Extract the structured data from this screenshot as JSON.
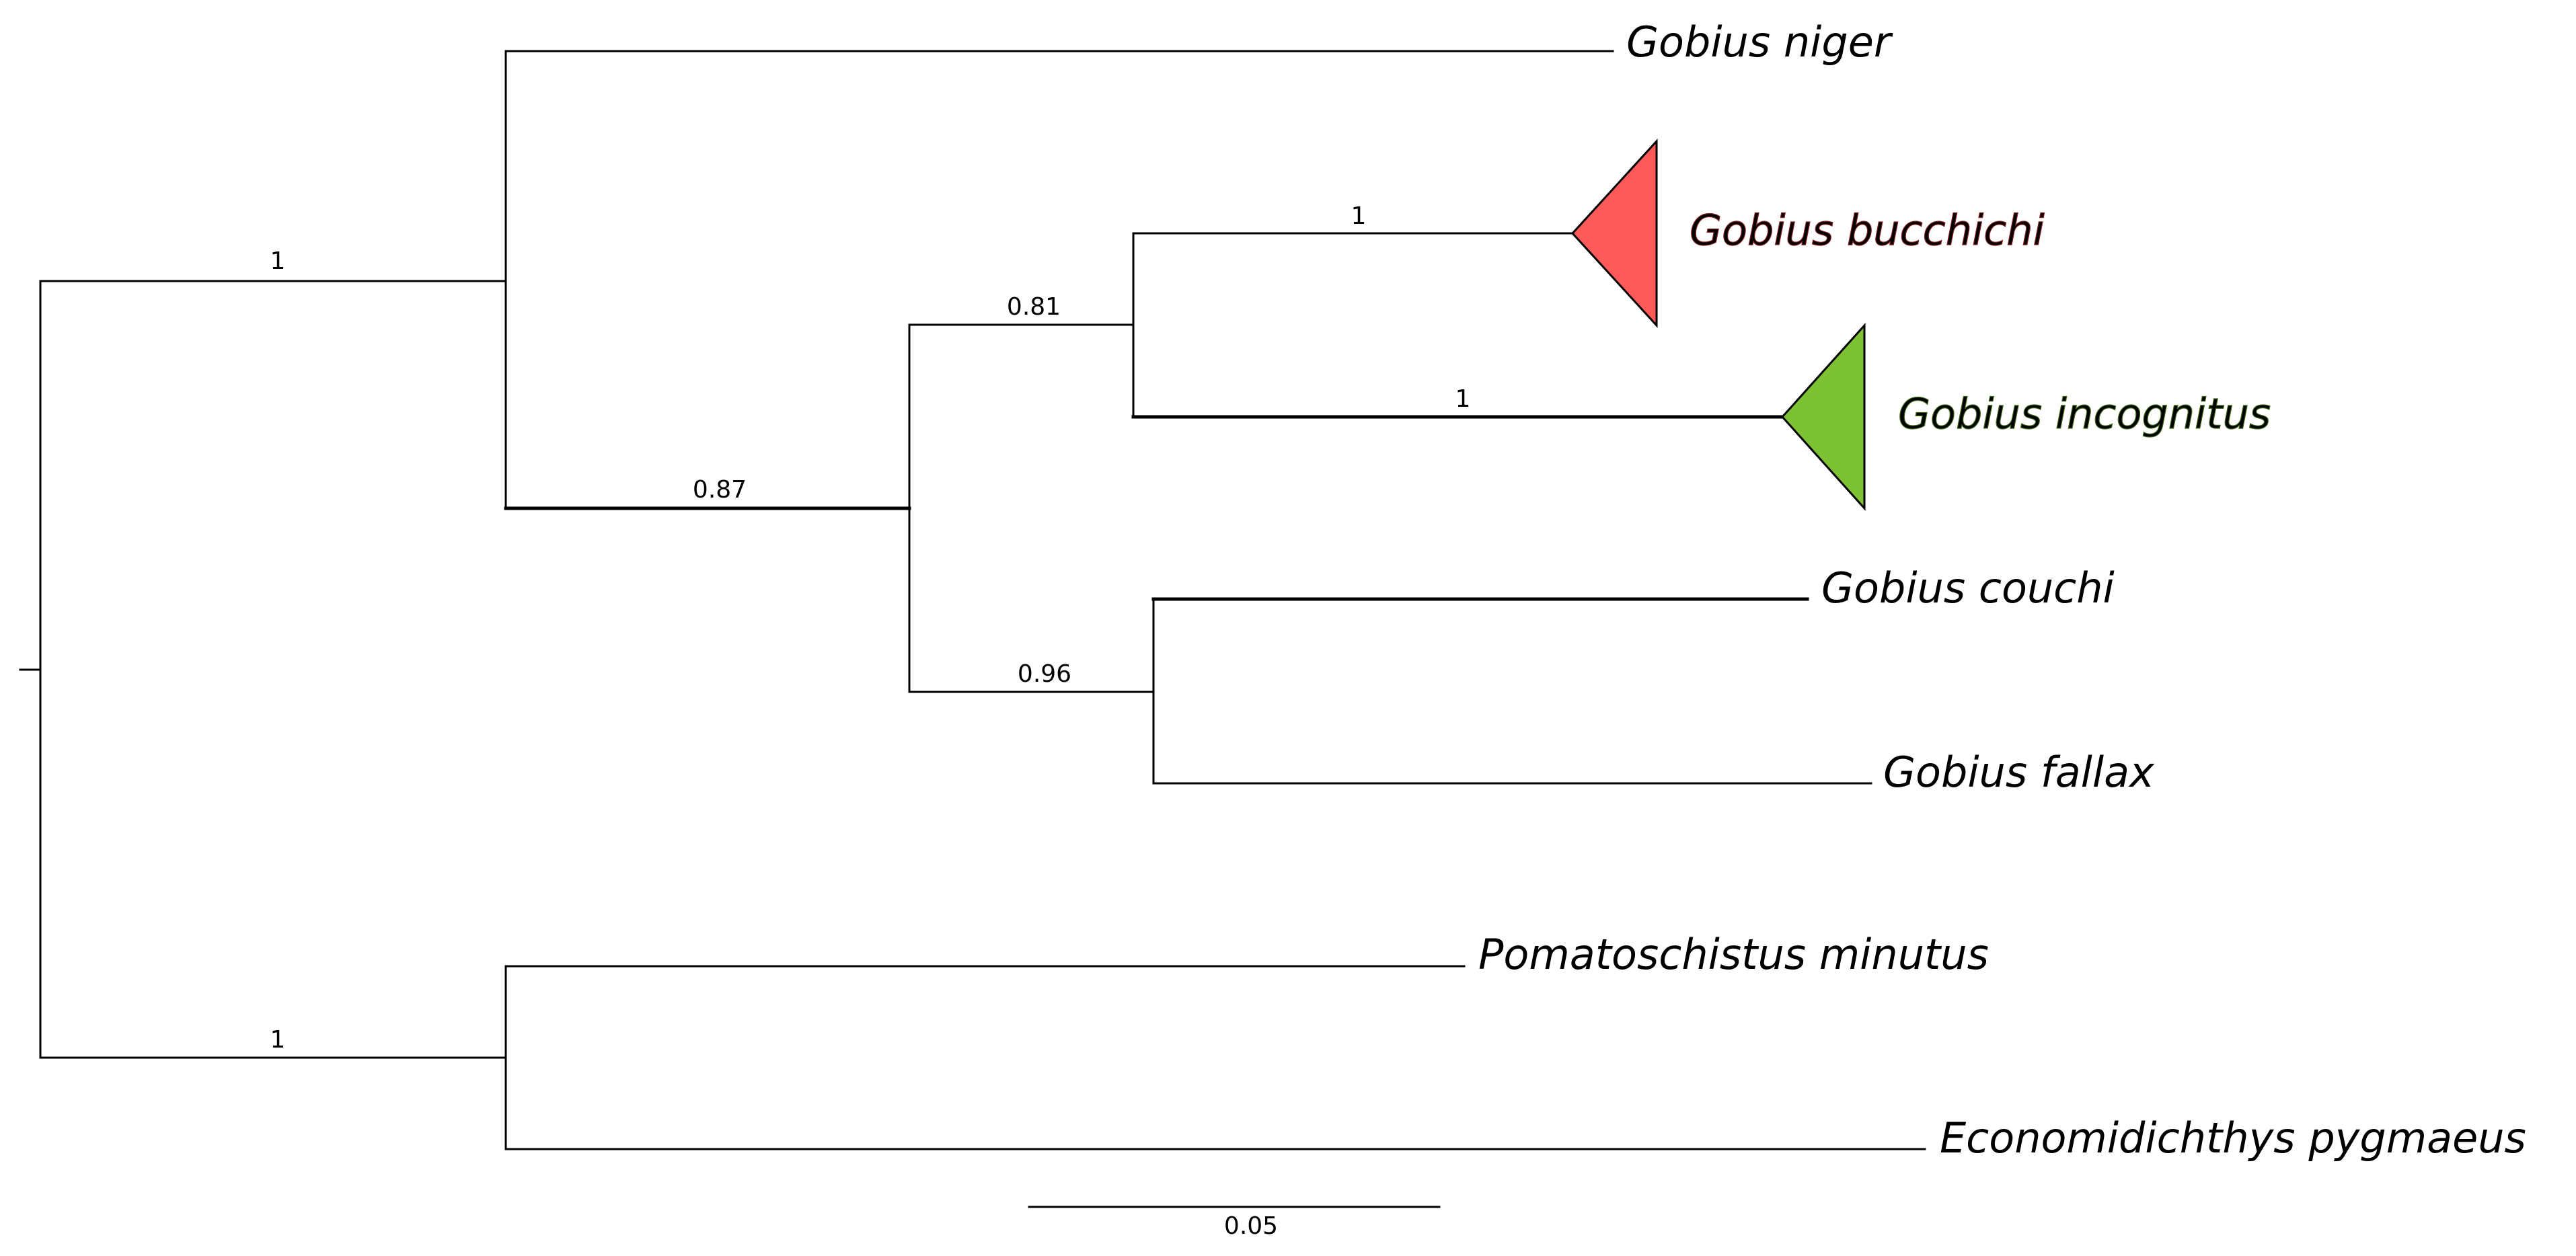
{
  "figure_type": "phylogenetic tree",
  "tips": {
    "gobius_niger": "Gobius niger",
    "gobius_bucchichi": "Gobius bucchichi",
    "gobius_incognitus": "Gobius incognitus",
    "gobius_couchi": "Gobius couchi",
    "gobius_fallax": "Gobius fallax",
    "pomatoschistus_minutus": "Pomatoschistus minutus",
    "economidichthys_pygmaeus": "Economidichthys pygmaeus"
  },
  "support_values": {
    "gobius_clade": "1",
    "bucchichi_incognitus_couchi_fallax": "0.87",
    "bucchichi_incognitus": "0.81",
    "bucchichi": "1",
    "incognitus": "1",
    "couchi_fallax": "0.96",
    "outgroup": "1"
  },
  "scale_bar": {
    "label": "0.05",
    "length": 0.05
  },
  "colors": {
    "bucchichi_fill": "#ff5a5a",
    "bucchichi_label": "#e64040",
    "incognitus_fill": "#7dc232",
    "incognitus_label": "#6fae2c",
    "branch": "#000000"
  }
}
